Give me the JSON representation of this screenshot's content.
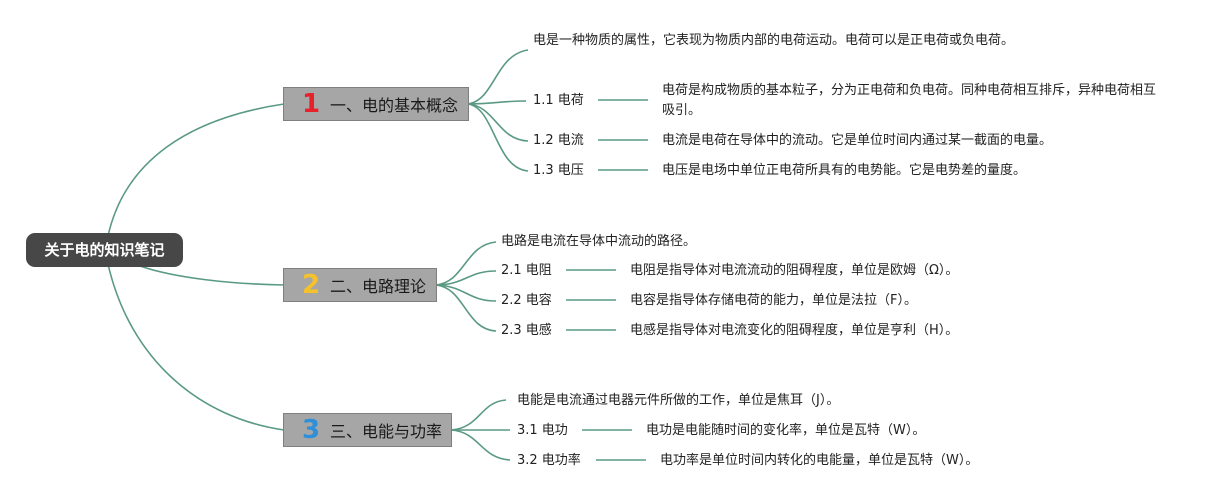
{
  "root": {
    "label": "关于电的知识笔记"
  },
  "branches": [
    {
      "num": "1",
      "num_color": "#e8202a",
      "label": "一、电的基本概念",
      "intro": "电是一种物质的属性，它表现为物质内部的电荷运动。电荷可以是正电荷或负电荷。",
      "items": [
        {
          "label": "1.1 电荷",
          "desc": "电荷是构成物质的基本粒子，分为正电荷和负电荷。同种电荷相互排斥，异种电荷相互吸引。"
        },
        {
          "label": "1.2 电流",
          "desc": "电流是电荷在导体中的流动。它是单位时间内通过某一截面的电量。"
        },
        {
          "label": "1.3 电压",
          "desc": "电压是电场中单位正电荷所具有的电势能。它是电势差的量度。"
        }
      ]
    },
    {
      "num": "2",
      "num_color": "#f5c22b",
      "label": "二、电路理论",
      "intro": "电路是电流在导体中流动的路径。",
      "items": [
        {
          "label": "2.1 电阻",
          "desc": "电阻是指导体对电流流动的阻碍程度，单位是欧姆（Ω）。"
        },
        {
          "label": "2.2 电容",
          "desc": "电容是指导体存储电荷的能力，单位是法拉（F）。"
        },
        {
          "label": "2.3 电感",
          "desc": "电感是指导体对电流变化的阻碍程度，单位是亨利（H）。"
        }
      ]
    },
    {
      "num": "3",
      "num_color": "#2f8fd8",
      "label": "三、电能与功率",
      "intro": "电能是电流通过电器元件所做的工作，单位是焦耳（J）。",
      "items": [
        {
          "label": "3.1 电功",
          "desc": "电功是电能随时间的变化率，单位是瓦特（W）。"
        },
        {
          "label": "3.2 电功率",
          "desc": "电功率是单位时间内转化的电能量，单位是瓦特（W）。"
        }
      ]
    }
  ],
  "line_color": "#5a9a82"
}
